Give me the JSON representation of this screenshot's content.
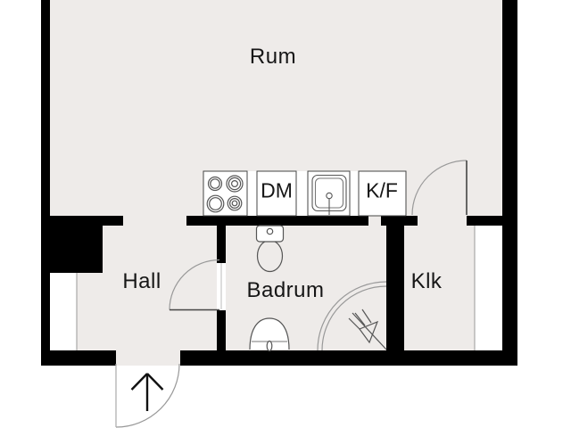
{
  "colors": {
    "background": "#ffffff",
    "floor": "#eeebe9",
    "wall": "#000000",
    "fixture_outline": "#555555",
    "swing_arc": "#999999",
    "text": "#161616"
  },
  "rooms": {
    "rum": {
      "label": "Rum"
    },
    "hall": {
      "label": "Hall"
    },
    "badrum": {
      "label": "Badrum"
    },
    "klk": {
      "label": "Klk"
    }
  },
  "kitchen": {
    "dishwasher_label": "DM",
    "fridge_freezer_label": "K/F"
  },
  "icons": {
    "stove": "stove-burners-icon",
    "kitchen_sink": "kitchen-sink-icon",
    "toilet": "toilet-icon",
    "washbasin": "washbasin-icon",
    "shower": "shower-corner-icon",
    "entry_arrow": "entry-arrow-icon",
    "doors": "door-swing-arc"
  }
}
